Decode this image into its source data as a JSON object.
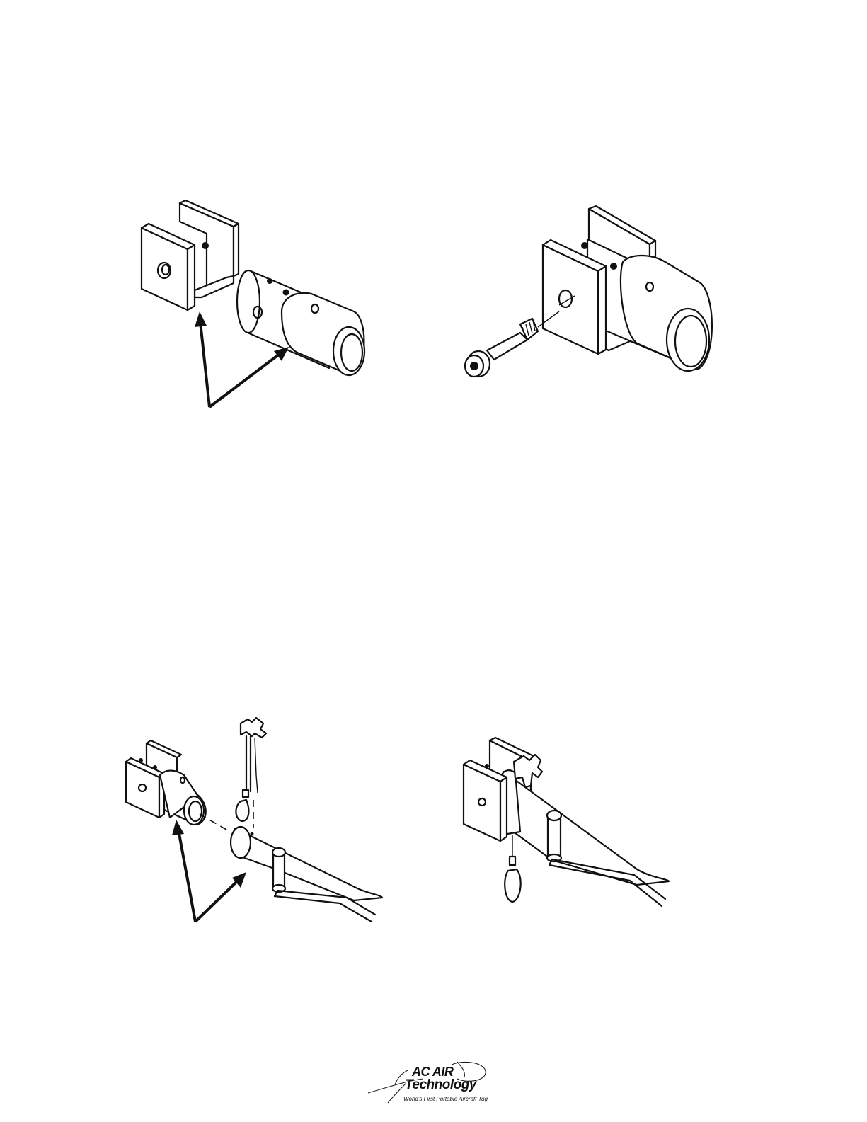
{
  "logo": {
    "line1": "AC AIR",
    "line2": "Technology",
    "tagline": "World's First Portable Aircraft Tug"
  }
}
